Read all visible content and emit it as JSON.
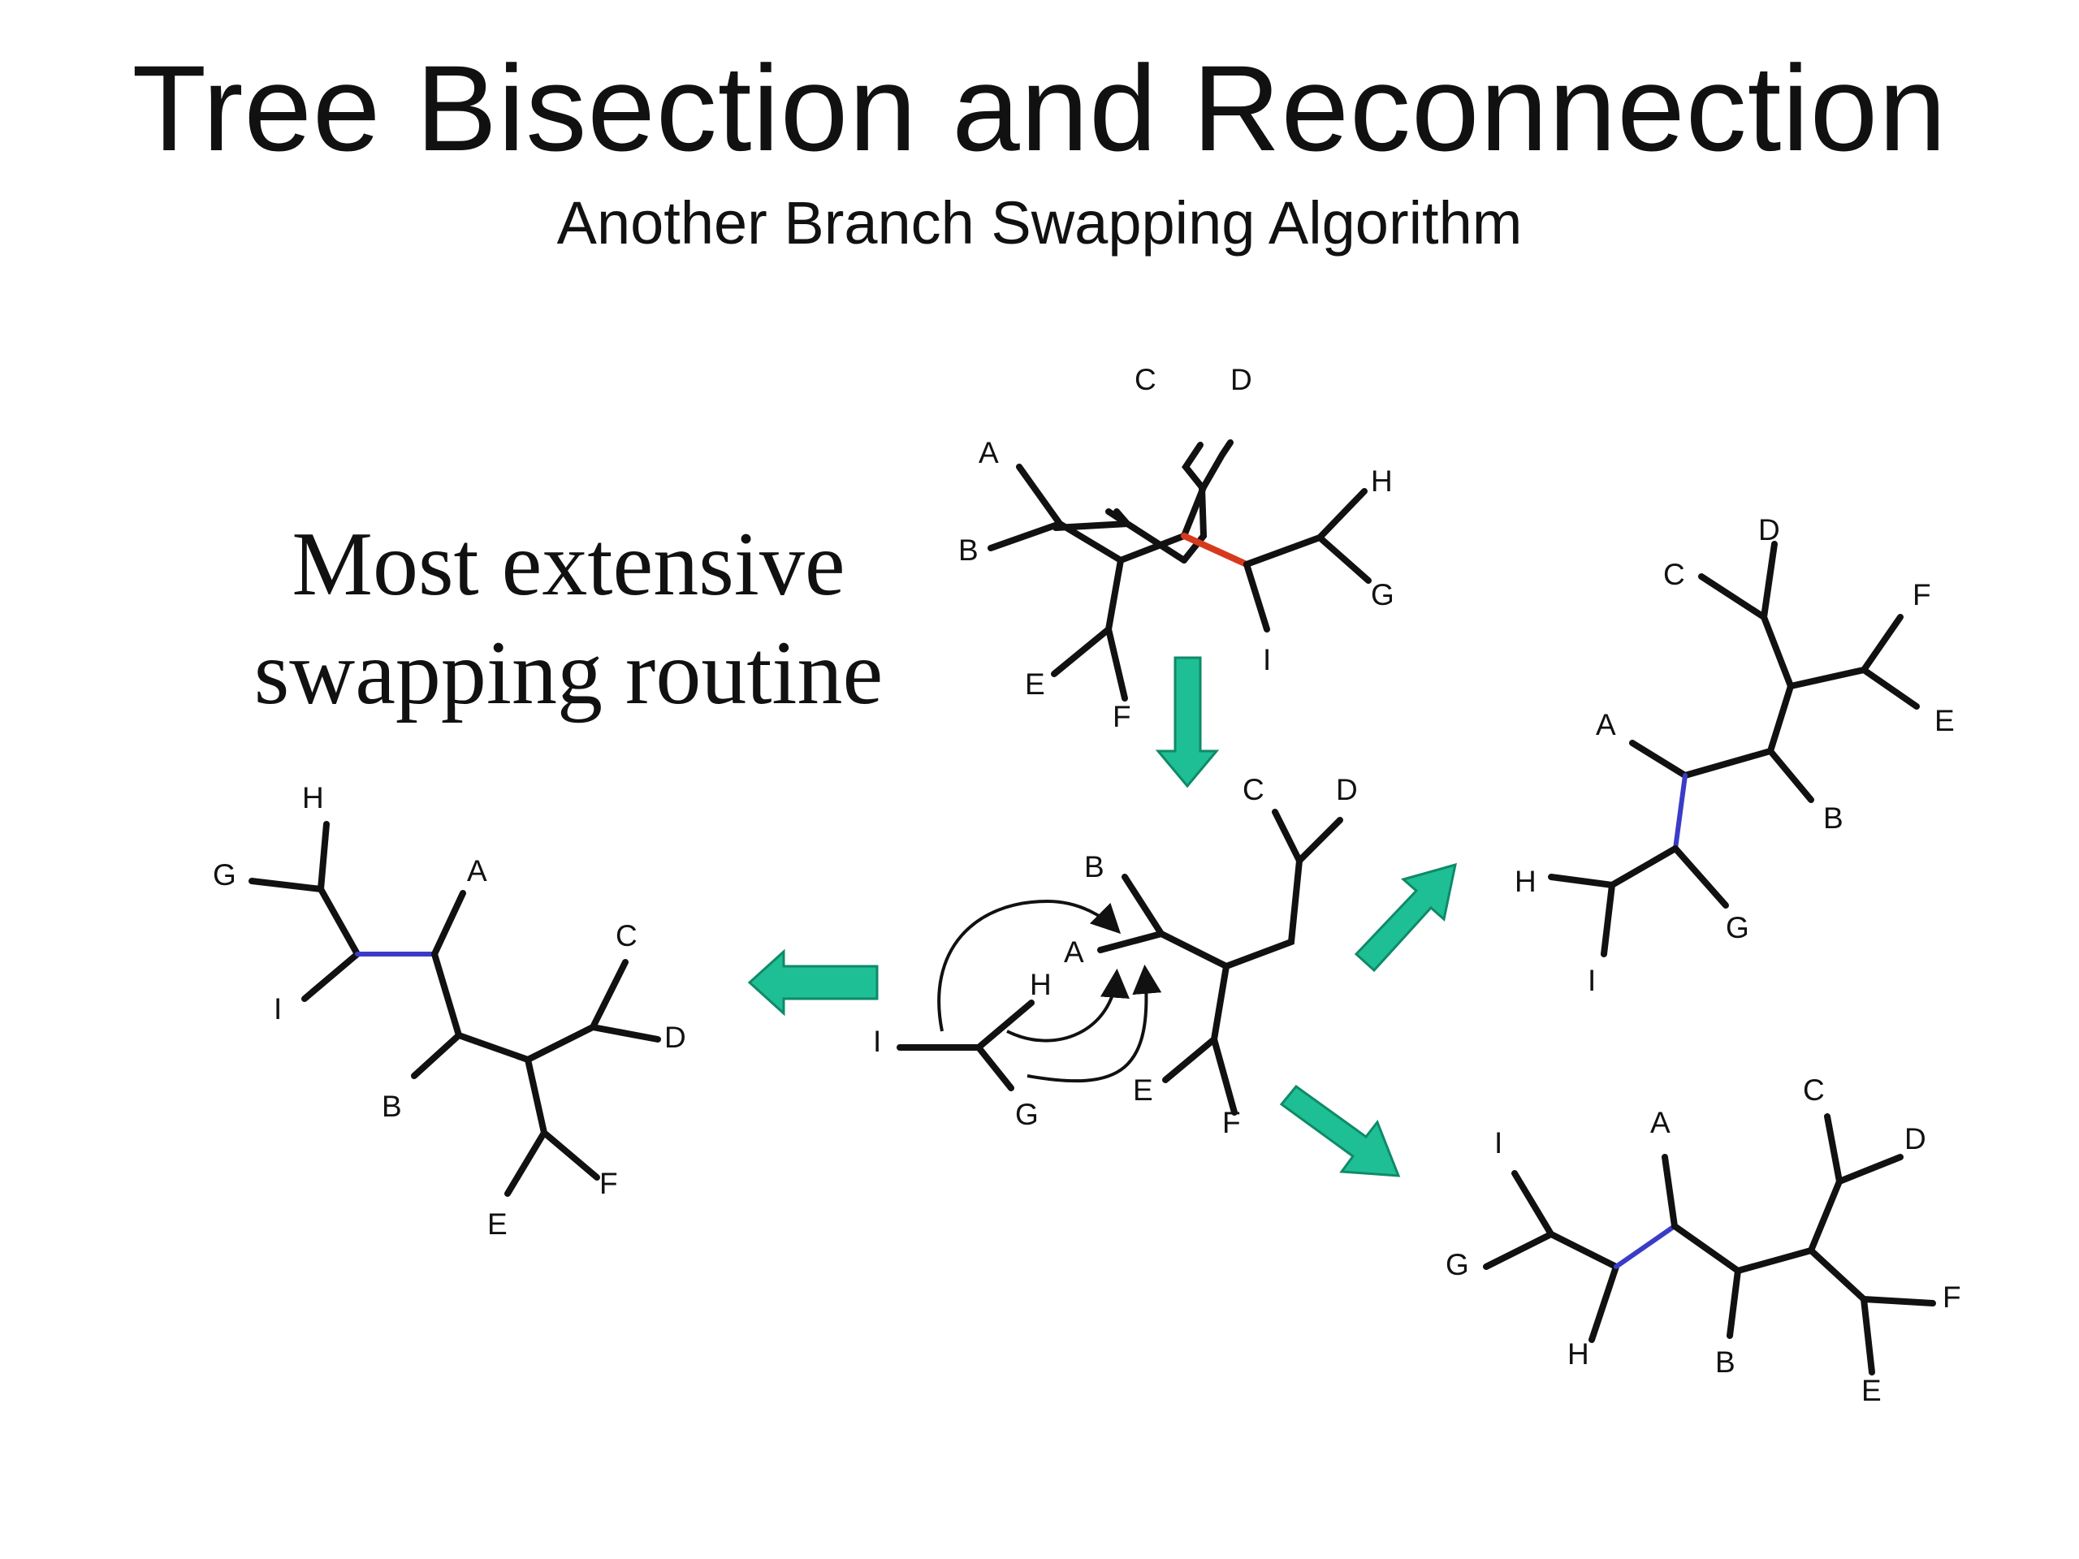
{
  "slide": {
    "title": "Tree Bisection and Reconnection",
    "subtitle": "Another Branch Swapping Algorithm",
    "side_text": [
      "Most extensive",
      "swapping routine"
    ]
  },
  "colors": {
    "cut_branch": "#d63a1e",
    "reconnected_branch": "#3a3cc8",
    "arrow": "#1fbf95",
    "line": "#111111"
  },
  "trees": {
    "top": {
      "labels": [
        "C",
        "D",
        "A",
        "H",
        "B",
        "G",
        "I",
        "E",
        "F"
      ]
    },
    "middle": {
      "labels": [
        "C",
        "D",
        "B",
        "A",
        "H",
        "I",
        "G",
        "E",
        "F"
      ]
    },
    "left": {
      "labels": [
        "H",
        "G",
        "A",
        "I",
        "C",
        "D",
        "B",
        "F",
        "E"
      ]
    },
    "right_top": {
      "labels": [
        "D",
        "C",
        "F",
        "A",
        "E",
        "B",
        "H",
        "G",
        "I"
      ]
    },
    "right_bottom": {
      "labels": [
        "C",
        "A",
        "D",
        "I",
        "G",
        "F",
        "H",
        "B",
        "E"
      ]
    }
  },
  "arrows": [
    "down",
    "left",
    "up-right",
    "down-right"
  ]
}
